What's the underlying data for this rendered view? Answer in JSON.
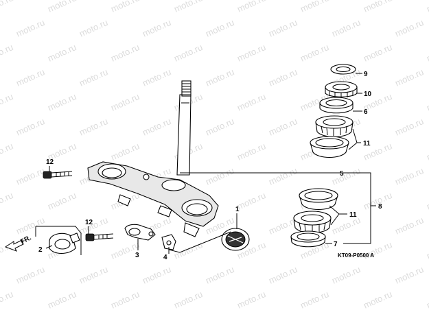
{
  "watermark": {
    "text": "moto.ru"
  },
  "diagram_code": "KT09-P0500 A",
  "direction_label": "FR.",
  "callouts": {
    "c1": "1",
    "c2": "2",
    "c3": "3",
    "c4": "4",
    "c5": "5",
    "c6": "6",
    "c7": "7",
    "c8": "8",
    "c9": "9",
    "c10": "10",
    "c11a": "11",
    "c11b": "11",
    "c12a": "12",
    "c12b": "12"
  },
  "colors": {
    "line": "#000000",
    "watermark": "#dcdcdc",
    "background": "#ffffff"
  }
}
